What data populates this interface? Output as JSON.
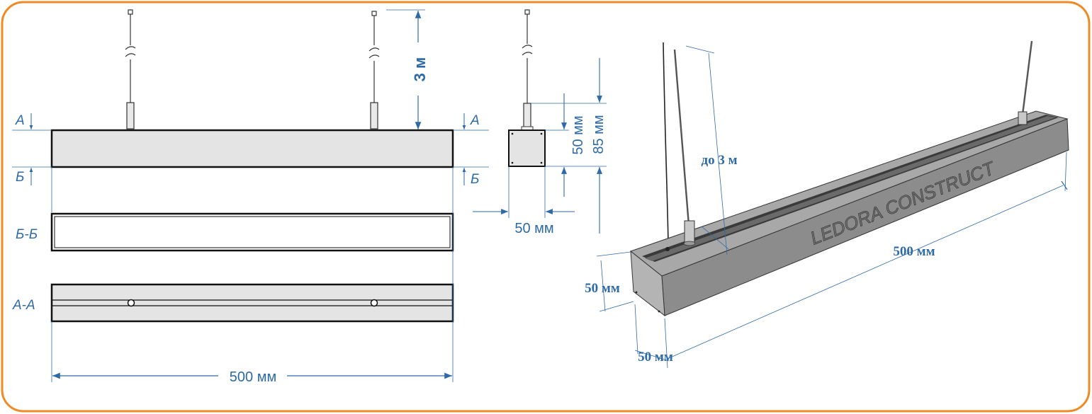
{
  "colors": {
    "border": "#ef8a24",
    "dimension": "#2e6aa6",
    "fixture_fill": "#e4e4e4",
    "fixture_3d_side": "#8c8c8c",
    "fixture_3d_top": "#a8a8a8",
    "fixture_3d_end": "#b4b4b4"
  },
  "front_view": {
    "section_mark_a": "А",
    "section_mark_b": "Б",
    "section_label_bb": "Б-Б",
    "section_label_aa": "А-А",
    "length_label": "500 мм",
    "suspension_label": "3 м"
  },
  "side_view": {
    "height_body_label": "50 мм",
    "height_total_label": "85 мм",
    "width_label": "50 мм"
  },
  "iso_view": {
    "suspension_label": "до 3 м",
    "length_label": "500 мм",
    "height_label": "50 мм",
    "width_label": "50 мм",
    "brand_text": "LEDORA CONSTRUCT"
  }
}
